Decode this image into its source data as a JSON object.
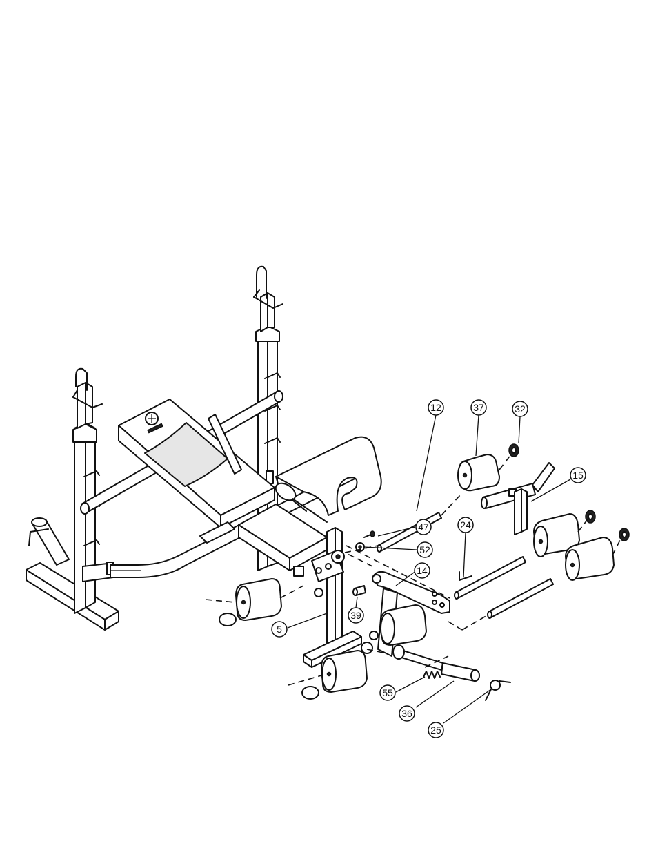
{
  "diagram": {
    "type": "exploded-parts-assembly",
    "callouts": [
      {
        "id": "c12",
        "label": "12"
      },
      {
        "id": "c37",
        "label": "37"
      },
      {
        "id": "c32",
        "label": "32"
      },
      {
        "id": "c15",
        "label": "15"
      },
      {
        "id": "c47",
        "label": "47"
      },
      {
        "id": "c24",
        "label": "24"
      },
      {
        "id": "c52",
        "label": "52"
      },
      {
        "id": "c14",
        "label": "14"
      },
      {
        "id": "c39",
        "label": "39"
      },
      {
        "id": "c5",
        "label": "5"
      },
      {
        "id": "c55",
        "label": "55"
      },
      {
        "id": "c36",
        "label": "36"
      },
      {
        "id": "c25",
        "label": "25"
      }
    ]
  }
}
